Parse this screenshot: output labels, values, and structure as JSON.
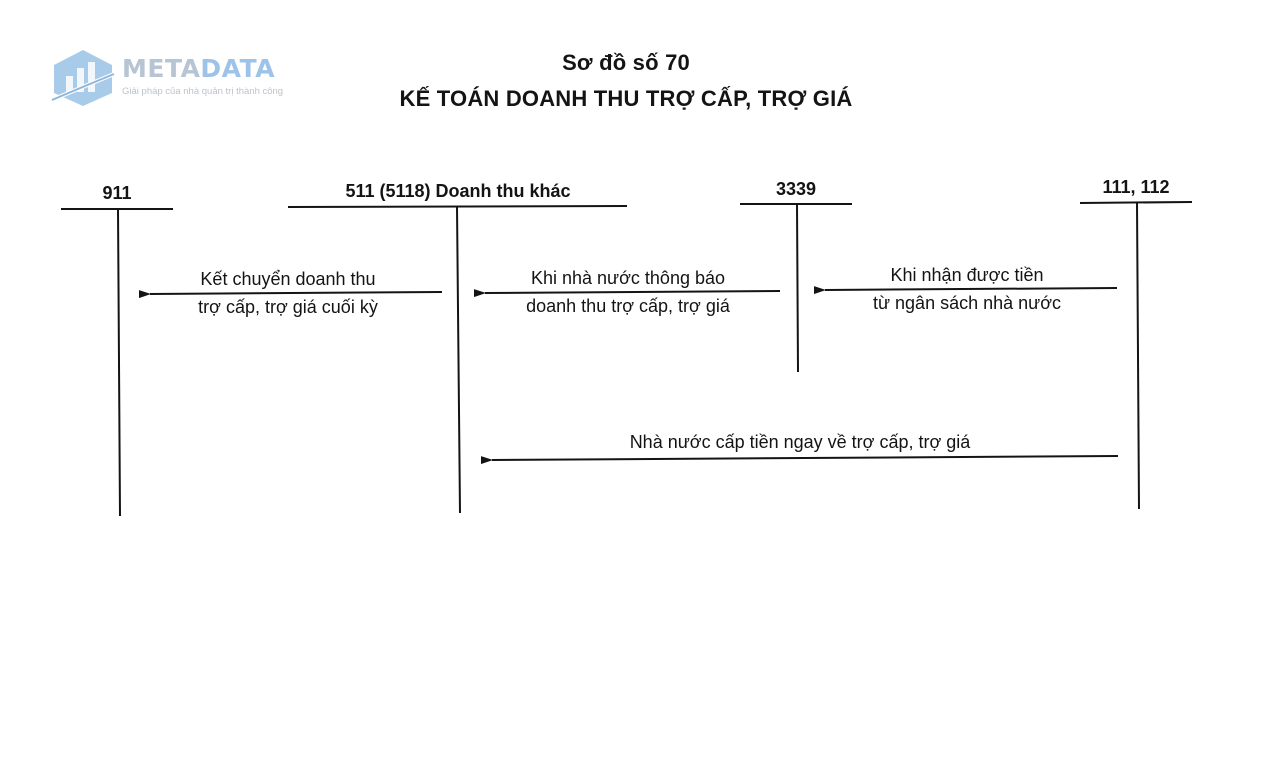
{
  "logo": {
    "name_part1": "META",
    "name_part2": "DATA",
    "tagline": "Giải pháp của nhà quản trị thành công",
    "colors": {
      "primary": "#b7c4d3",
      "accent": "#9dc3e8",
      "icon": "#a9cbea"
    }
  },
  "title": {
    "line1": "Sơ đồ số 70",
    "line2": "KẾ TOÁN DOANH THU TRỢ CẤP, TRỢ GIÁ"
  },
  "accounts": {
    "a911": "911",
    "a511": "511 (5118) Doanh thu khác",
    "a3339": "3339",
    "a111": "111, 112"
  },
  "flows": {
    "f1": {
      "line1": "Kết chuyển doanh thu",
      "line2": "trợ cấp, trợ giá cuối kỳ"
    },
    "f2": {
      "line1": "Khi nhà nước thông báo",
      "line2": "doanh thu trợ cấp, trợ giá"
    },
    "f3": {
      "line1": "Khi nhận được tiền",
      "line2": "từ ngân sách nhà nước"
    },
    "f4": {
      "line1": "Nhà nước cấp tiền ngay về trợ cấp, trợ giá"
    }
  }
}
